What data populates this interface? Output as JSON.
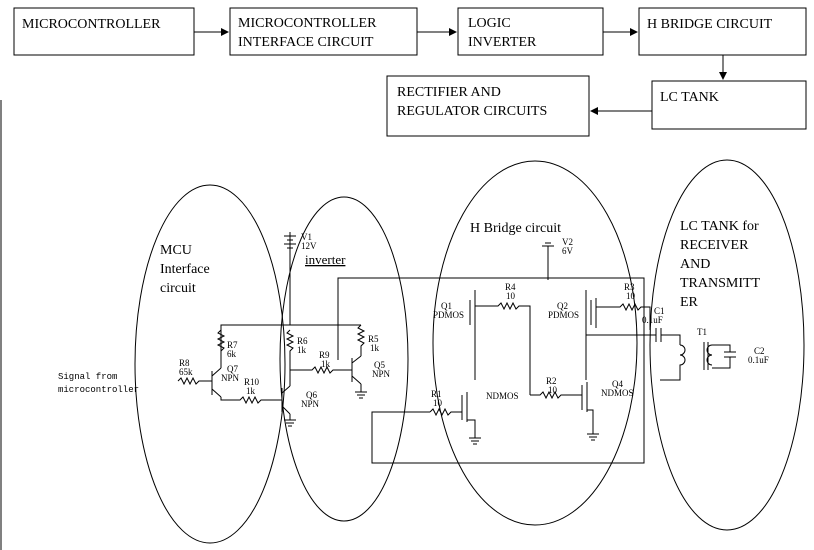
{
  "block_diagram": {
    "microcontroller": "MICROCONTROLLER",
    "interface_line1": "MICROCONTROLLER",
    "interface_line2": "INTERFACE CIRCUIT",
    "inverter_line1": "LOGIC",
    "inverter_line2": "INVERTER",
    "hbridge": "H BRIDGE CIRCUIT",
    "lctank": "LC TANK",
    "rectifier_line1": "RECTIFIER AND",
    "rectifier_line2": "REGULATOR CIRCUITS"
  },
  "regions": {
    "mcu_line1": "MCU",
    "mcu_line2": "Interface",
    "mcu_line3": "circuit",
    "inverter": "inverter",
    "hbridge": "H Bridge circuit",
    "lc_line1": "LC TANK for",
    "lc_line2": "RECEIVER",
    "lc_line3": "AND",
    "lc_line4": "TRANSMITT",
    "lc_line5": "ER"
  },
  "signal": {
    "line1": "Signal from",
    "line2": "microcontroller"
  },
  "components": {
    "v1_name": "V1",
    "v1_value": "12V",
    "v2_name": "V2",
    "v2_value": "6V",
    "r8_name": "R8",
    "r8_value": "65k",
    "r7_name": "R7",
    "r7_value": "6k",
    "q7_name": "Q7",
    "q7_type": "NPN",
    "r10_name": "R10",
    "r10_value": "1k",
    "r6_name": "R6",
    "r6_value": "1k",
    "q6_name": "Q6",
    "q6_type": "NPN",
    "r9_name": "R9",
    "r9_value": "1k",
    "r5_name": "R5",
    "r5_value": "1k",
    "q5_name": "Q5",
    "q5_type": "NPN",
    "r4_name": "R4",
    "r4_value": "10",
    "q1_name": "Q1",
    "q1_type": "PDMOS",
    "q2_name": "Q2",
    "q2_type": "PDMOS",
    "r1_name": "R1",
    "r1_value": "10",
    "q3_type": "NDMOS",
    "r2_name": "R2",
    "r2_value": "10",
    "q4_name": "Q4",
    "q4_type": "NDMOS",
    "r3_name": "R3",
    "r3_value": "10",
    "c1_name": "C1",
    "c1_value": "0.1uF",
    "t1_name": "T1",
    "c2_name": "C2",
    "c2_value": "0.1uF"
  }
}
